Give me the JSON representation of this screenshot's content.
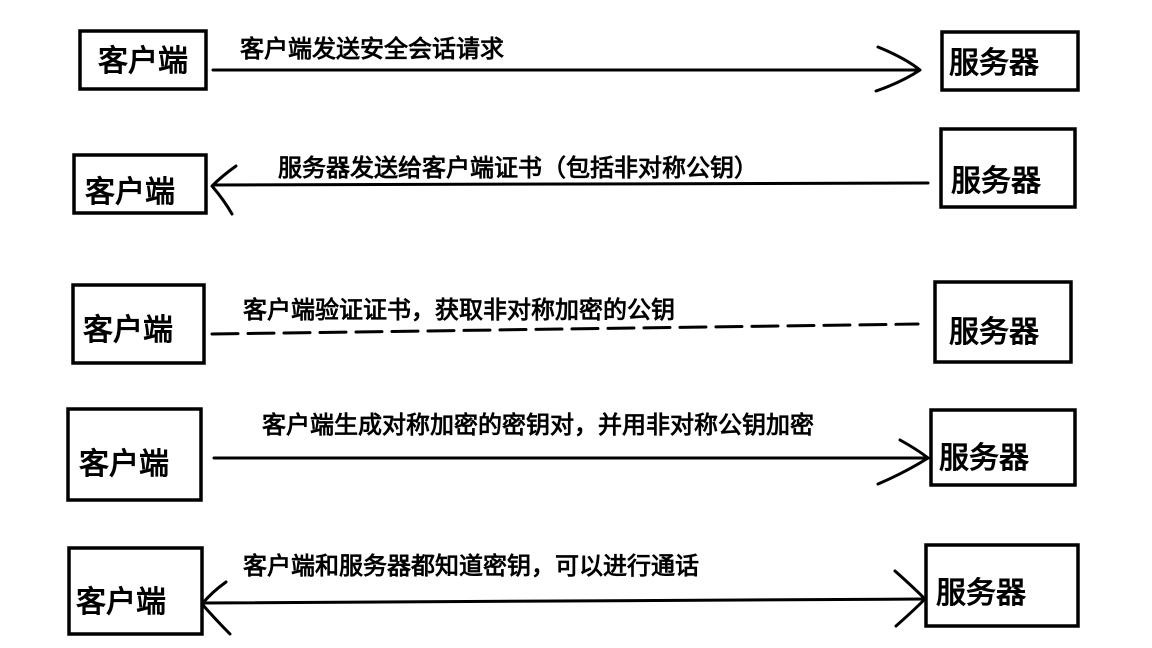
{
  "client_label": "客户端",
  "server_label": "服务器",
  "steps": [
    {
      "message": "客户端发送安全会话请求",
      "direction": "to-server",
      "style": "solid"
    },
    {
      "message": "服务器发送给客户端证书（包括非对称公钥）",
      "direction": "to-client",
      "style": "solid"
    },
    {
      "message": "客户端验证证书，获取非对称加密的公钥",
      "direction": "none",
      "style": "dashed"
    },
    {
      "message": "客户端生成对称加密的密钥对，并用非对称公钥加密",
      "direction": "to-server",
      "style": "solid"
    },
    {
      "message": "客户端和服务器都知道密钥，可以进行通话",
      "direction": "both",
      "style": "solid"
    }
  ]
}
